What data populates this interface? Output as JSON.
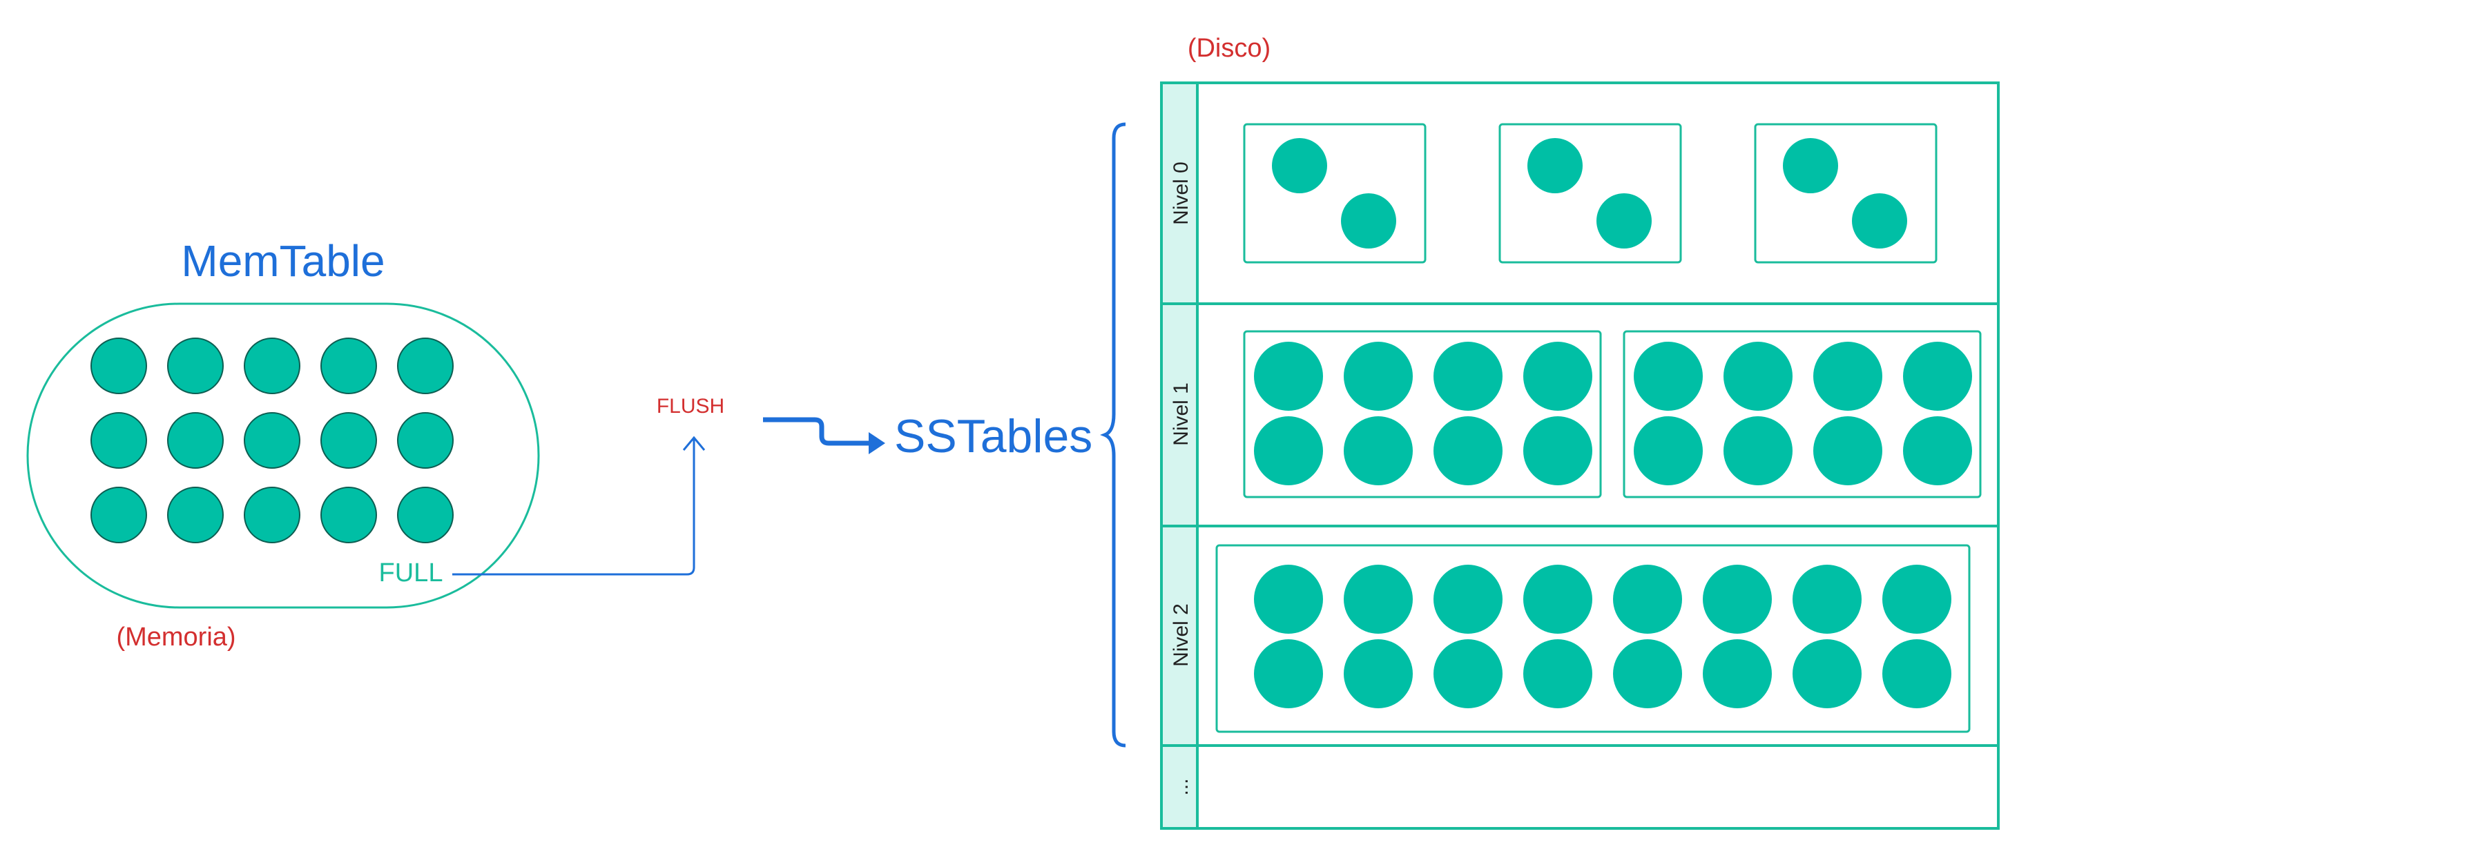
{
  "labels": {
    "memtable_title": "MemTable",
    "memoria": "(Memoria)",
    "full": "FULL",
    "flush": "FLUSH",
    "sstables": "SSTables",
    "disco": "(Disco)",
    "levels": [
      "Nivel 0",
      "Nivel 1",
      "Nivel 2",
      "..."
    ]
  },
  "counts": {
    "memtable_rows": 3,
    "memtable_cols": 5,
    "level0_tables": 3,
    "level0_records_per_table": 2,
    "level1_tables": 2,
    "level1_records_per_table": 8,
    "level2_tables": 1,
    "level2_records_per_table": 16
  },
  "colors": {
    "teal": "#1ABC9C",
    "record_fill": "#00BFA5",
    "record_stroke": "#0D5E52",
    "level_bar": "#D6F5EF",
    "blue": "#1E6FD9",
    "red": "#D32F2F"
  }
}
